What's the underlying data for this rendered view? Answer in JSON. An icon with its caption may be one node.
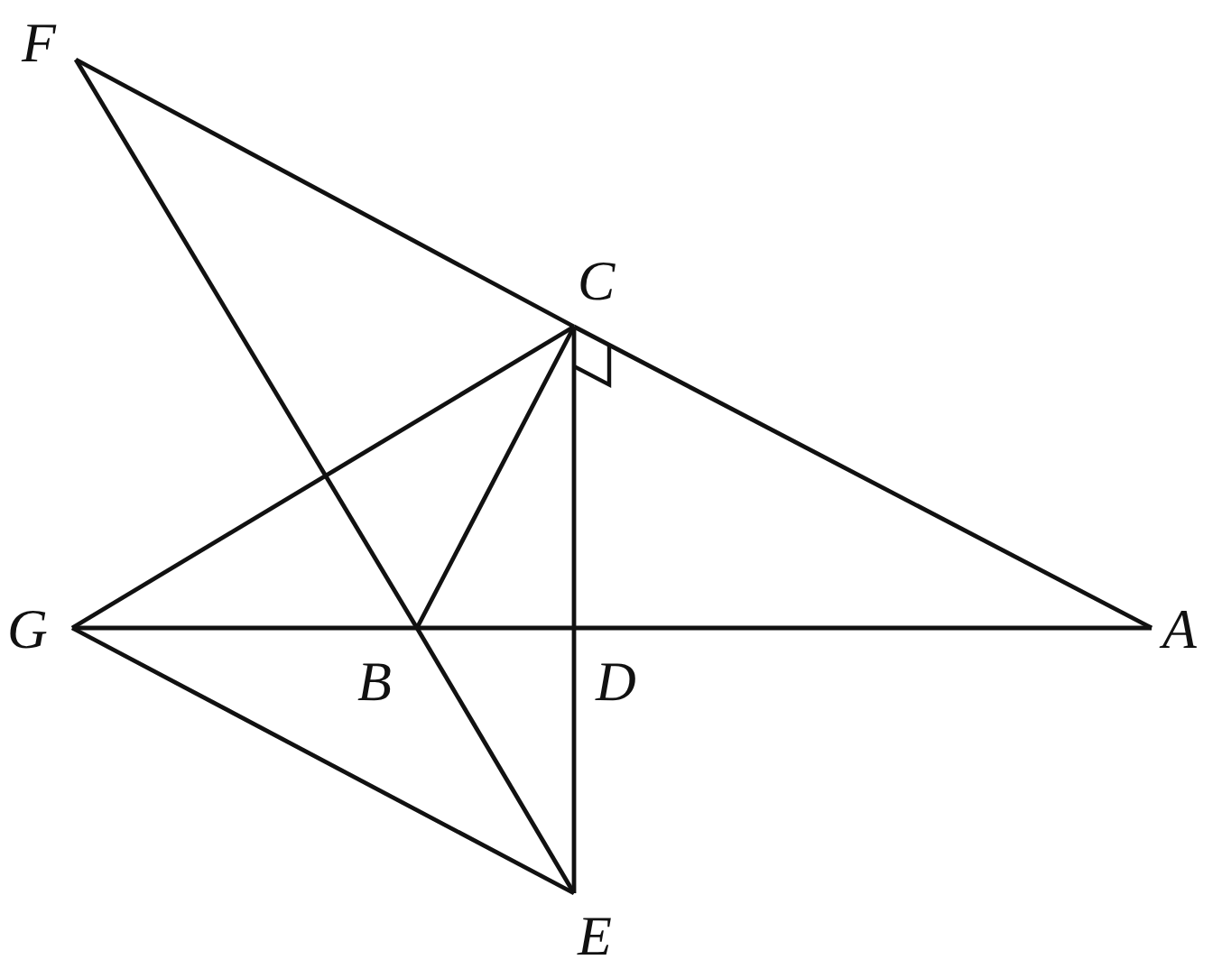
{
  "diagram": {
    "nodes": [
      {
        "text": [
          "F"
        ]
      },
      {
        "text": [
          "C"
        ]
      },
      {
        "text": [
          "G"
        ]
      },
      {
        "text": [
          "A"
        ]
      },
      {
        "text": [
          "B"
        ]
      },
      {
        "text": [
          "D"
        ]
      },
      {
        "text": [
          "E"
        ]
      }
    ],
    "edges": [
      {
        "from": 0,
        "to": 1,
        "arrow": "none"
      },
      {
        "from": 1,
        "to": 3,
        "arrow": "none"
      },
      {
        "from": 0,
        "to": 4,
        "arrow": "none"
      },
      {
        "from": 4,
        "to": 6,
        "arrow": "none"
      },
      {
        "from": 2,
        "to": 1,
        "arrow": "none"
      },
      {
        "from": 1,
        "to": 4,
        "arrow": "none"
      },
      {
        "from": 1,
        "to": 5,
        "arrow": "none"
      },
      {
        "from": 5,
        "to": 6,
        "arrow": "none"
      },
      {
        "from": 2,
        "to": 4,
        "arrow": "none"
      },
      {
        "from": 4,
        "to": 5,
        "arrow": "none"
      },
      {
        "from": 5,
        "to": 3,
        "arrow": "none"
      },
      {
        "from": 2,
        "to": 6,
        "arrow": "none"
      }
    ]
  }
}
